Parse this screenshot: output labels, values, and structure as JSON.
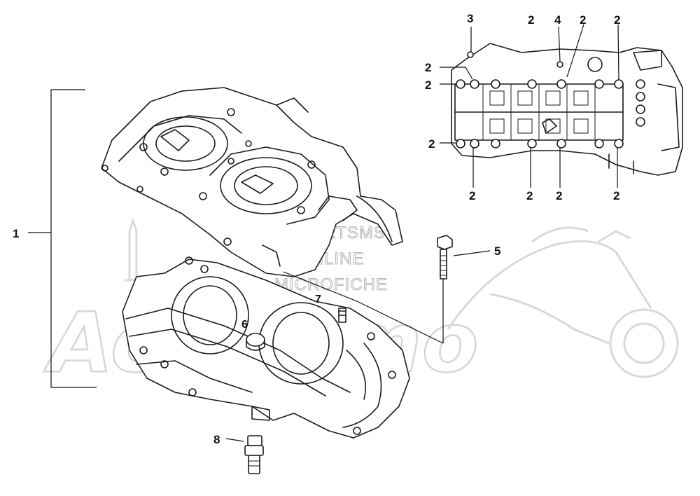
{
  "watermark": {
    "lines": [
      "PARTSMS'S",
      "ONLINE",
      "MICROFICHE"
    ],
    "logo_text": "AcoBomo"
  },
  "callouts": {
    "crankcase_assembly": "1",
    "plug_top_left_1": "2",
    "plug_top_left_2": "2",
    "plug_top_mid": "2",
    "plug_top_mid_2": "2",
    "plug_top_right": "2",
    "plug_left_lower": "2",
    "plug_bottom_1": "2",
    "plug_bottom_2": "2",
    "plug_bottom_3": "2",
    "plug_bottom_4": "2",
    "screw_top": "3",
    "dowel_top": "4",
    "bolt": "5",
    "bearing_pin": "6",
    "stud": "7",
    "drain_fitting": "8"
  }
}
